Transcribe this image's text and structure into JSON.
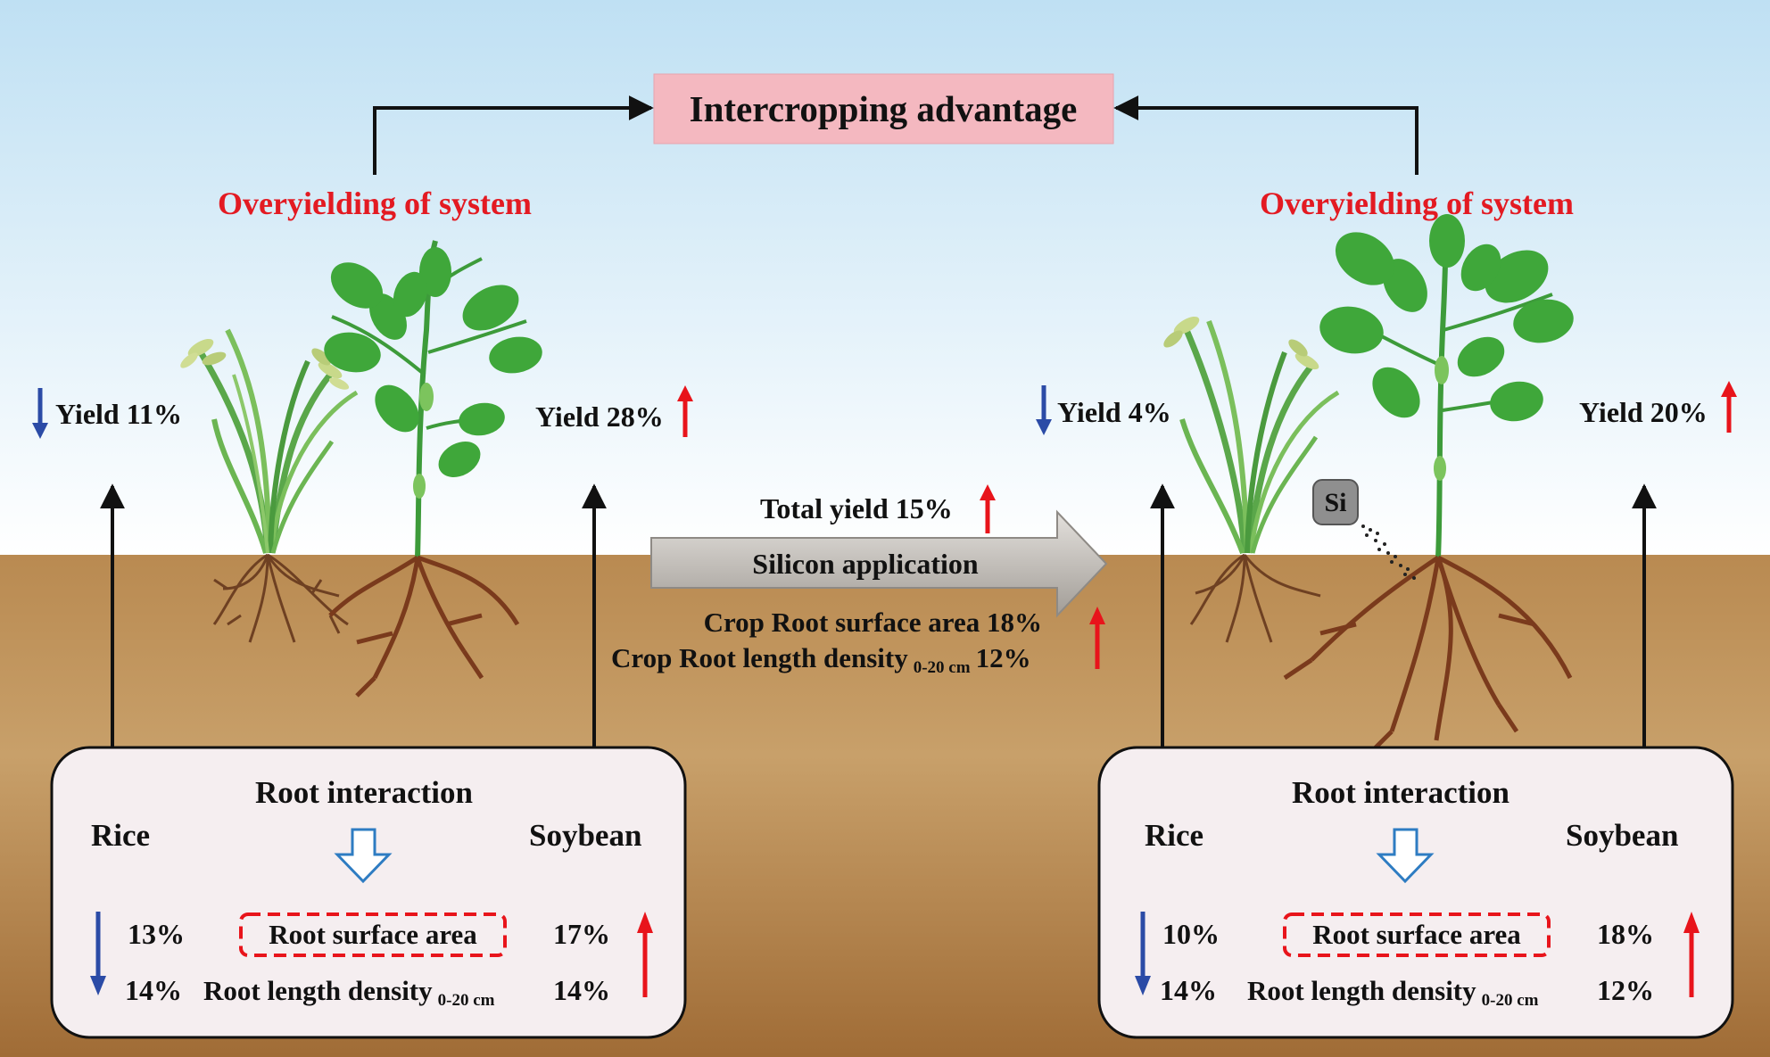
{
  "title": "Intercropping advantage",
  "left": {
    "overyield": "Overyielding of system",
    "rice_yield": "Yield 11%",
    "soy_yield": "Yield 28%",
    "box": {
      "heading": "Root interaction",
      "rice": "Rice",
      "soybean": "Soybean",
      "rice_rsa": "13%",
      "rice_rld": "14%",
      "soy_rsa": "17%",
      "soy_rld": "14%",
      "rsa_label": "Root surface area",
      "rld_label": "Root length density",
      "rld_sub": "0-20 cm"
    }
  },
  "center": {
    "total_yield": "Total yield 15%",
    "arrow_label": "Silicon application",
    "rsa": "Crop Root surface area 18%",
    "rld_main": "Crop Root length density",
    "rld_sub": "0-20 cm",
    "rld_val": "12%"
  },
  "right": {
    "overyield": "Overyielding of system",
    "rice_yield": "Yield 4%",
    "soy_yield": "Yield 20%",
    "si_label": "Si",
    "box": {
      "heading": "Root interaction",
      "rice": "Rice",
      "soybean": "Soybean",
      "rice_rsa": "10%",
      "rice_rld": "14%",
      "soy_rsa": "18%",
      "soy_rld": "12%",
      "rsa_label": "Root surface area",
      "rld_label": "Root length density",
      "rld_sub": "0-20 cm"
    }
  },
  "colors": {
    "increase": "#e8141b",
    "decrease": "#2b4ba6",
    "overyield": "#e31a22",
    "title_bg": "#f4b8c0",
    "leaf": "#3fa73a",
    "root": "#7a3a1c"
  }
}
